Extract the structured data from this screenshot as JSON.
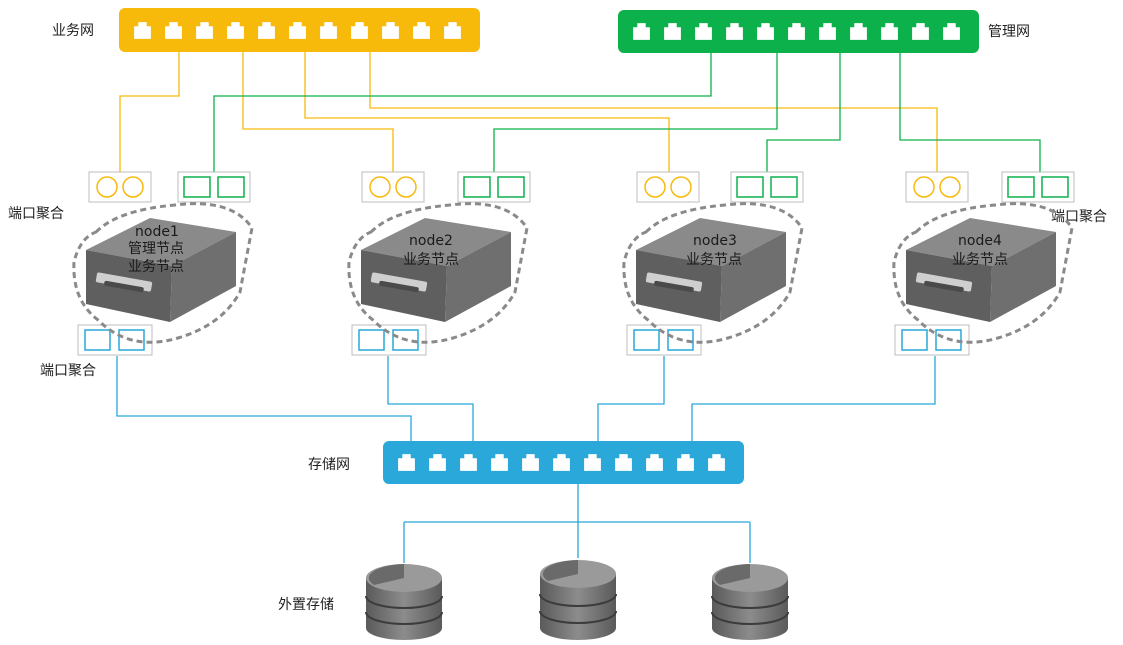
{
  "networks": {
    "business": {
      "label": "业务网",
      "color": "#F7BA0B",
      "port_count": 11
    },
    "management": {
      "label": "管理网",
      "color": "#0DB14B",
      "port_count": 11
    },
    "storage": {
      "label": "存储网",
      "color": "#29A8D9",
      "port_count": 11
    }
  },
  "nodes": [
    {
      "name": "node1",
      "roles": [
        "管理节点",
        "业务节点"
      ]
    },
    {
      "name": "node2",
      "roles": [
        "业务节点"
      ]
    },
    {
      "name": "node3",
      "roles": [
        "业务节点"
      ]
    },
    {
      "name": "node4",
      "roles": [
        "业务节点"
      ]
    }
  ],
  "port_aggregation": {
    "label_left_top": "端口聚合",
    "label_right_top": "端口聚合",
    "label_left_bottom": "端口聚合"
  },
  "external_storage": {
    "label": "外置存储",
    "count": 3
  },
  "colors": {
    "business_link": "#F7BA0B",
    "management_link": "#0DB14B",
    "storage_link": "#29A8D9",
    "server_body": "#707070",
    "dashed_outline": "#8a8a8a"
  }
}
